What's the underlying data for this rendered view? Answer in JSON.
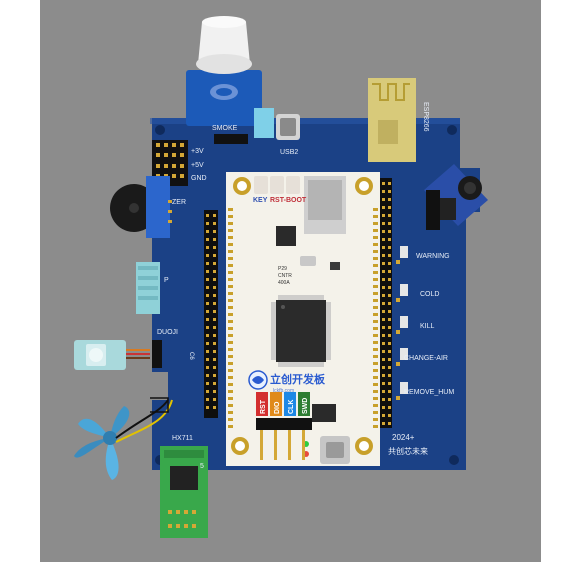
{
  "board": {
    "silk": {
      "smoke": "SMOKE",
      "usb": "USB2",
      "esp": "ESP8266",
      "v3": "+3V",
      "v5": "+5V",
      "gnd": "GND",
      "buzzer": "ZER",
      "p_label": "P",
      "duoji": "DUOJI",
      "hx": "HX711",
      "warning": "WARNING",
      "cold": "COLD",
      "kill": "KILL",
      "change_air": "CHANGE-AIR",
      "remove_hum": "REMOVE_HUM",
      "year": "2024+",
      "motto": "共创芯未来",
      "c6": "C6"
    },
    "module": {
      "key": "KEY",
      "rst_boot": "RST-BOOT",
      "pins_a": "P29",
      "pins_b": "CNTR",
      "pins_c": "400A",
      "brand": "立创开发板",
      "brand_sub": "lckfb.com",
      "pin_labels": [
        "RST",
        "DIO",
        "CLK",
        "SWD"
      ]
    },
    "hx_num": "5"
  },
  "colors": {
    "background": "#ffffff",
    "backdrop": "#8c8c8c",
    "board": "#1b4186",
    "module": "#f4f2ea",
    "gold": "#c8a02a"
  }
}
